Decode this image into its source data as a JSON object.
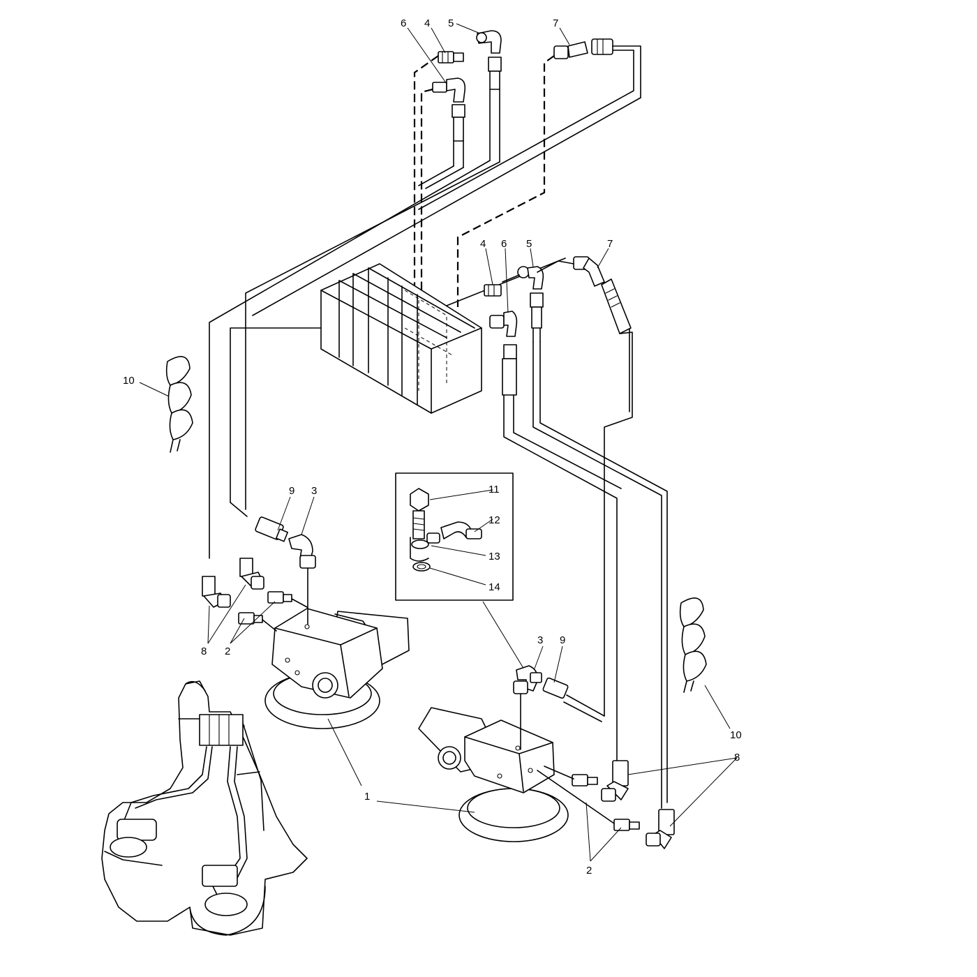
{
  "callouts": {
    "top_6": "6",
    "top_4": "4",
    "top_5": "5",
    "top_7": "7",
    "mid_4": "4",
    "mid_6": "6",
    "mid_5": "5",
    "mid_7": "7",
    "left_10": "10",
    "left_9": "9",
    "left_3": "3",
    "left_8": "8",
    "left_2": "2",
    "inset_11": "11",
    "inset_12": "12",
    "inset_13": "13",
    "inset_14": "14",
    "right_3": "3",
    "right_9": "9",
    "right_10": "10",
    "right_8": "8",
    "right_2": "2",
    "part_1": "1"
  },
  "icons": {
    "valve_block": "hydraulic-valve-block-icon",
    "cylinder": "hydraulic-cylinder-icon",
    "spiral_wrap": "spiral-hose-wrap-icon",
    "banjo_fitting": "banjo-fitting-icon"
  }
}
